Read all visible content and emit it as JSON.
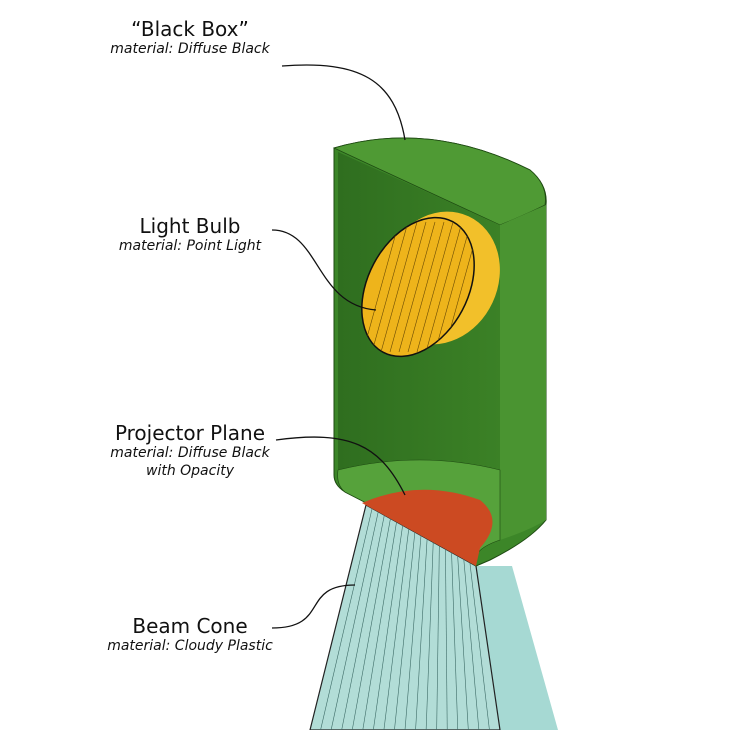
{
  "labels": [
    {
      "title": "“Black Box”",
      "sub": [
        "material: Diffuse Black"
      ]
    },
    {
      "title": "Light Bulb",
      "sub": [
        "material: Point Light"
      ]
    },
    {
      "title": "Projector Plane",
      "sub": [
        "material: Diffuse Black",
        "with Opacity"
      ]
    },
    {
      "title": "Beam Cone",
      "sub": [
        "material: Cloudy Plastic"
      ]
    }
  ],
  "colors": {
    "box": "#3f8a2a",
    "bulb": "#f2b51c",
    "projector": "#cc4a22",
    "beam": "#a6d9d3"
  }
}
